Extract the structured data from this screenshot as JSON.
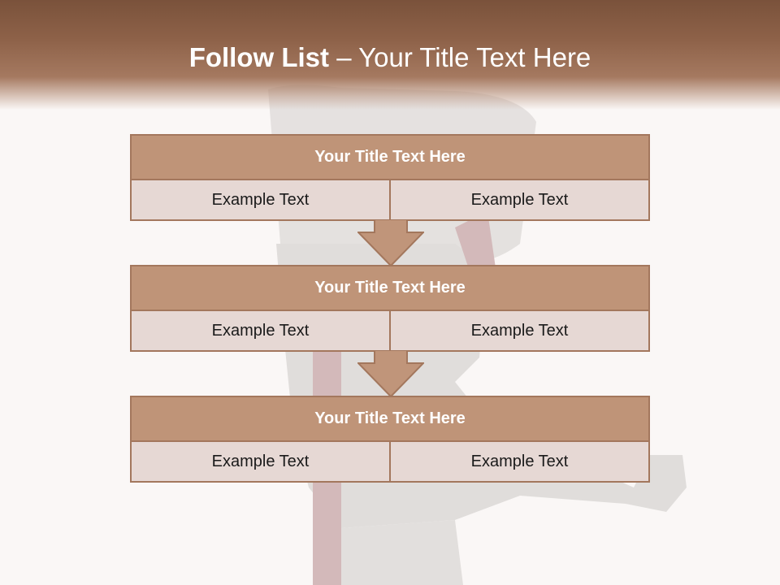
{
  "slide": {
    "title_bold": "Follow List",
    "title_separator": " – ",
    "title_rest": "Your Title Text Here"
  },
  "blocks": [
    {
      "title": "Your Title Text Here",
      "left_text": "Example Text",
      "right_text": "Example Text"
    },
    {
      "title": "Your Title Text Here",
      "left_text": "Example Text",
      "right_text": "Example Text"
    },
    {
      "title": "Your Title Text Here",
      "left_text": "Example Text",
      "right_text": "Example Text"
    }
  ],
  "colors": {
    "header": "#7a523b",
    "block_title_fill": "#bf9478",
    "block_border": "#a3775d",
    "block_row_fill": "#e6d8d4",
    "arrow_fill": "#c0957a"
  }
}
